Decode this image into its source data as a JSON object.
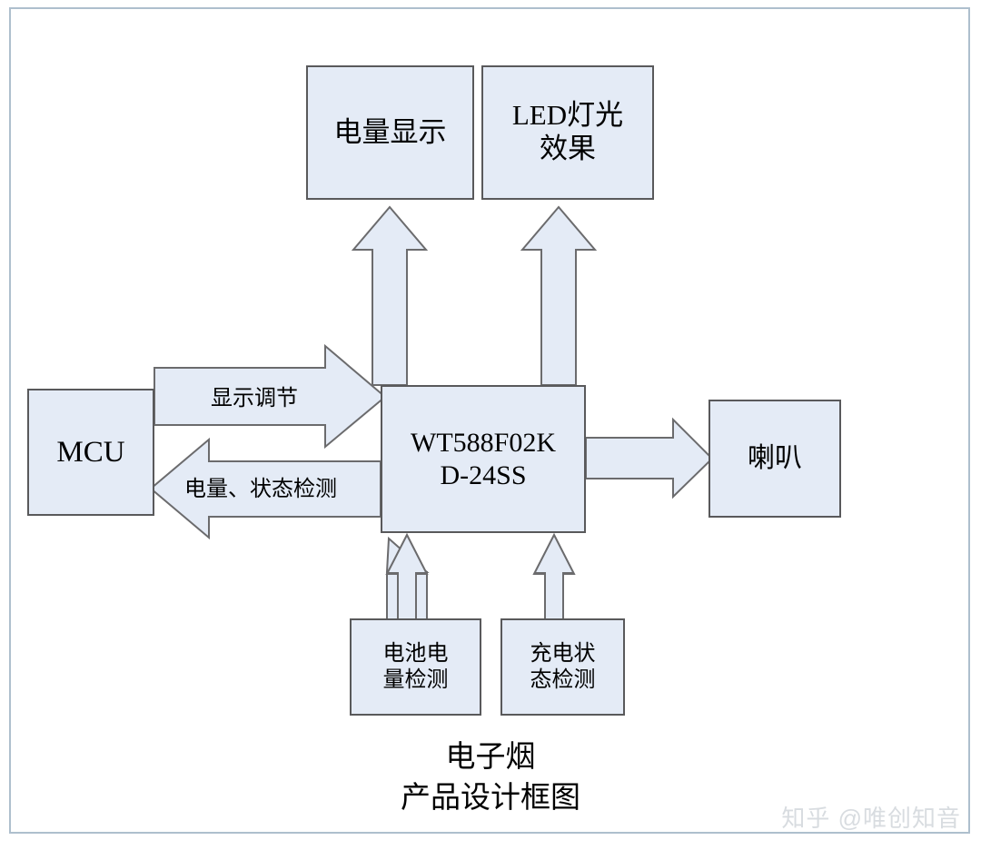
{
  "diagram": {
    "title_lines": [
      "电子烟",
      "产品设计框图"
    ],
    "watermark": "知乎 @唯创知音",
    "colors": {
      "node_fill": "#e4ebf6",
      "node_stroke": "#59595b",
      "arrow_fill": "#e4ebf6",
      "arrow_stroke": "#6b6b6d",
      "frame_border": "#aebfcd",
      "background": "#ffffff",
      "text": "#000000",
      "watermark": "#d8dce0"
    },
    "nodes": [
      {
        "id": "battery-display",
        "label": "电量显示"
      },
      {
        "id": "led-effect",
        "label_line1": "LED灯光",
        "label_line2": "效果"
      },
      {
        "id": "mcu",
        "label": "MCU"
      },
      {
        "id": "chip",
        "label_line1": "WT588F02K",
        "label_line2": "D-24SS"
      },
      {
        "id": "speaker",
        "label": "喇叭"
      },
      {
        "id": "battery-detect",
        "label_line1": "电池电",
        "label_line2": "量检测"
      },
      {
        "id": "charge-detect",
        "label_line1": "充电状",
        "label_line2": "态检测"
      }
    ],
    "connections": [
      {
        "id": "mcu-to-chip",
        "label": "显示调节",
        "direction": "right",
        "from": "mcu",
        "to": "chip"
      },
      {
        "id": "chip-to-mcu",
        "label": "电量、状态检测",
        "direction": "left",
        "from": "chip",
        "to": "mcu"
      },
      {
        "id": "chip-to-battery-display",
        "label": "",
        "direction": "up",
        "from": "chip",
        "to": "battery-display"
      },
      {
        "id": "chip-to-led-effect",
        "label": "",
        "direction": "up",
        "from": "chip",
        "to": "led-effect"
      },
      {
        "id": "chip-to-speaker",
        "label": "",
        "direction": "right",
        "from": "chip",
        "to": "speaker"
      },
      {
        "id": "battery-detect-to-chip",
        "label": "",
        "direction": "up",
        "from": "battery-detect",
        "to": "chip"
      },
      {
        "id": "charge-detect-to-chip",
        "label": "",
        "direction": "up",
        "from": "charge-detect",
        "to": "chip"
      }
    ]
  }
}
